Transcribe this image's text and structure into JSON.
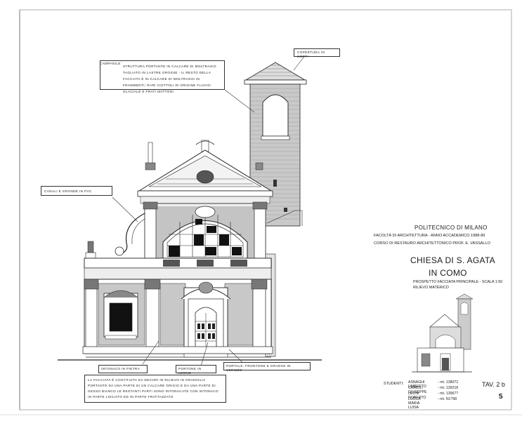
{
  "title_block": {
    "institution": "POLITECNICO DI MILANO",
    "faculty": "FACOLTÀ DI ARCHITETTURA - ANNO ACCADEMICO 1988-89",
    "course": "CORSO DI RESTAURO ARCHITETTONICO PROF. E. VASSALLO",
    "church": "CHIESA DI S. AGATA",
    "city": "IN COMO",
    "drawing_line1": "PROSPETTO FACCIATA PRINCIPALE - SCALA 1:50",
    "drawing_line2": "RILIEVO MATERICO"
  },
  "students": {
    "label": "STUDENTI:",
    "list": [
      {
        "name": "ASNAGHI UMBERTO",
        "matricola": "- mt. 138072"
      },
      {
        "name": "CAIROLI GIUSEPPE",
        "matricola": "- mt. 139218"
      },
      {
        "name": "LEONI ROBERTO",
        "matricola": "- mt. 13967?"
      },
      {
        "name": "LUCCA MARIA LUISA",
        "matricola": "- mt. N1?98"
      }
    ]
  },
  "sheet_number": {
    "tav": "TAV. 2 b",
    "num": "5"
  },
  "notes": {
    "campanile_label": "CAMPANILE",
    "campanile_text": "STRUTTURA PORTANTE IN CALCARE DI MOLTRASIO TAGLIATO IN LASTRE GROSSE - IL RESTO DELLA FACCIATA È IN CALCARE DI MOLTRASIO IN FRAMMENTI; RARI CIOTTOLI DI ORIGINE FLUVIO-GLACIALE E FRATI MATTONI",
    "roof": "COPERTURA IN COPPI",
    "canali": "CANALI E GRONDE IN PVC",
    "intonaco": "INTONACO IN PIETRA",
    "portone": "PORTONE IN LEGNO",
    "portale": "PORTALE, FRONTONE E GRADINI IN SERIZZO",
    "bottom": "LA FACCIATA È COSTITUITA DA DECORI IN RILIEVO IN GRANIGLIA PORTANTE DA UNA PARTE DI UN CALCARE GRIGIO E DA UNA PARTE DI GESSO BIANCO LE RESTANTI PARTI SONO INTONACATE CON INTONACO IN PARTE LISCIATO ED IN PARTE FRATTAZZATO"
  }
}
